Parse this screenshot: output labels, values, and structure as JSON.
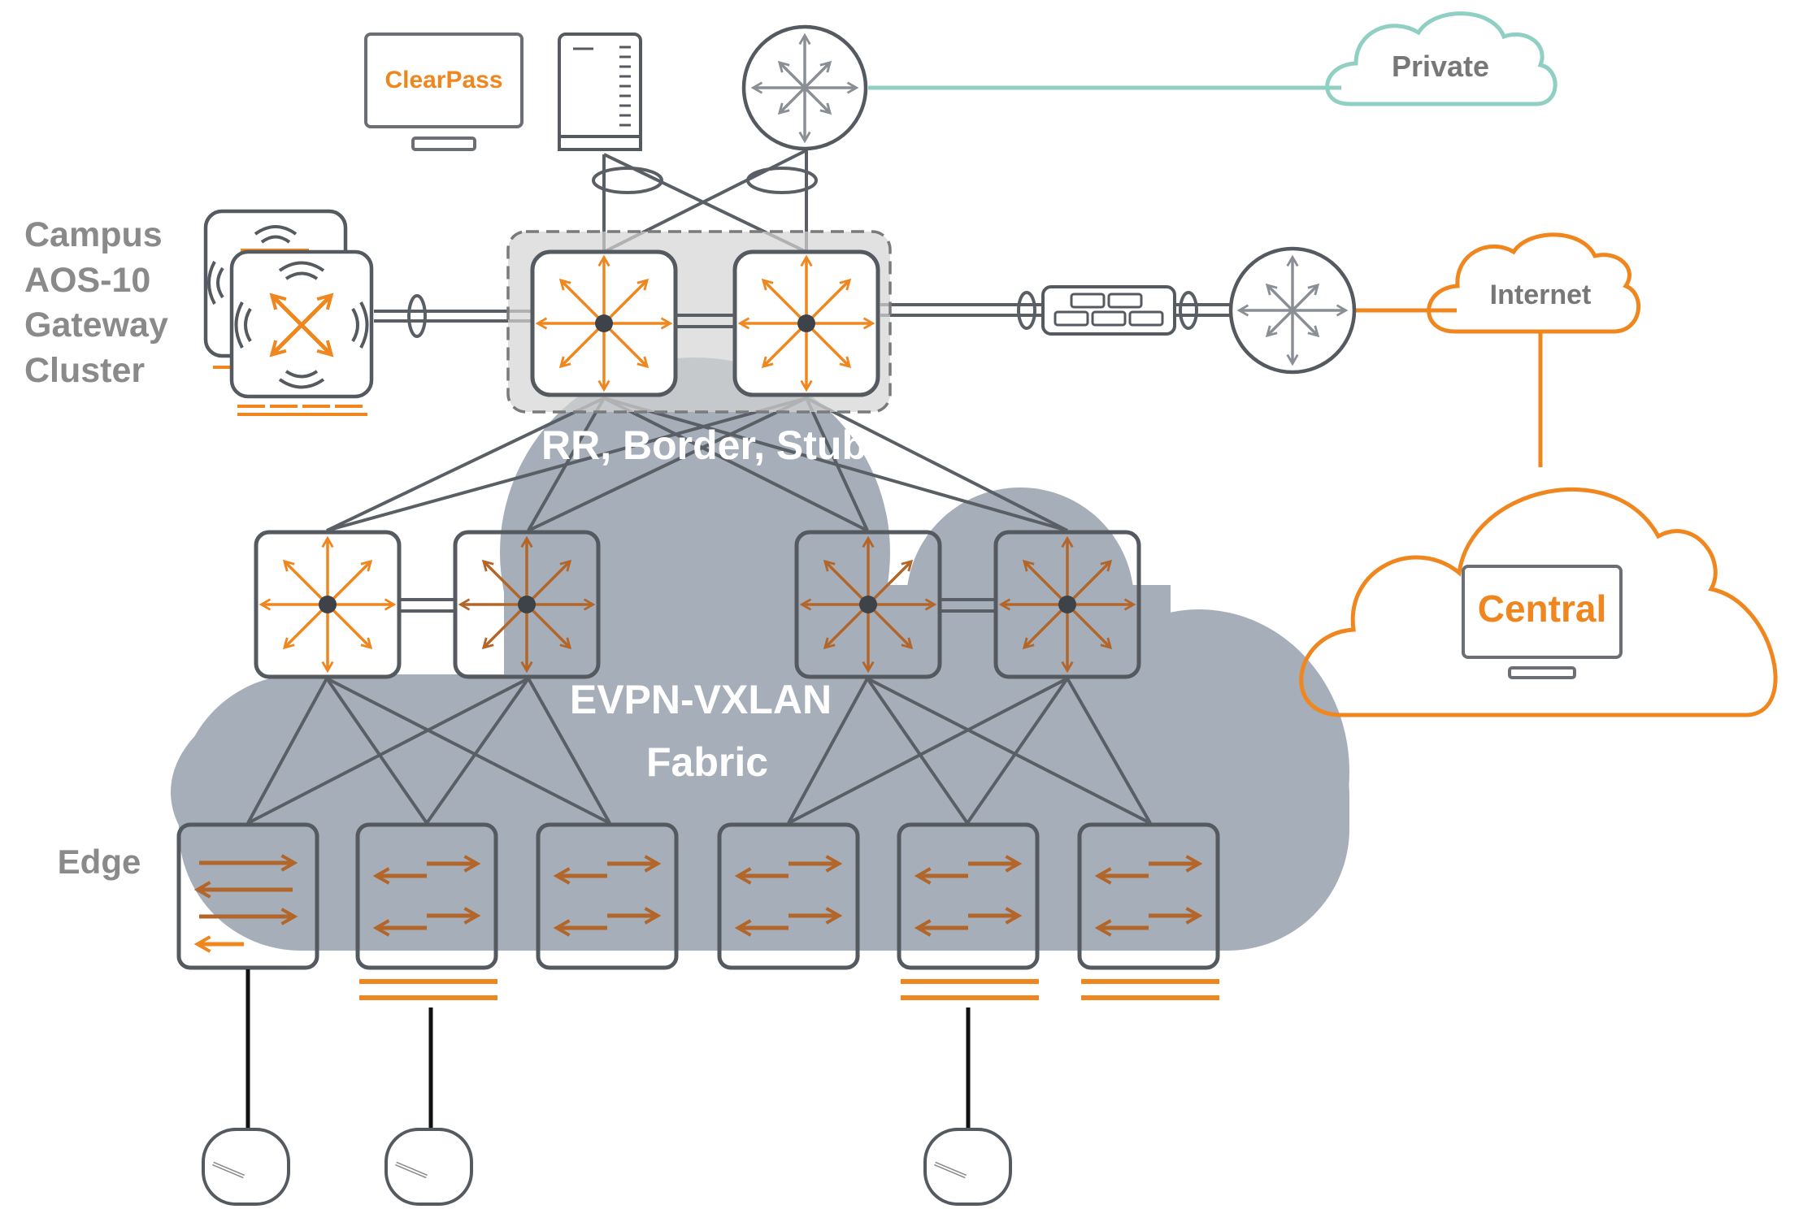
{
  "labels": {
    "clearpass": "ClearPass",
    "private": "Private",
    "internet": "Internet",
    "central": "Central",
    "gateway_line1": "Campus",
    "gateway_line2": "AOS-10",
    "gateway_line3": "Gateway",
    "gateway_line4": "Cluster",
    "border_roles": "RR, Border, Stub",
    "fabric_line1": "EVPN-VXLAN",
    "fabric_line2": "Fabric",
    "edge": "Edge"
  },
  "colors": {
    "orange": "#F0861E",
    "dark_orange": "#B3662A",
    "gray": "#5A5F66",
    "fabric": "#A5AEB9",
    "teal": "#8FCFC4",
    "text_gray": "#8A8A8A"
  },
  "icons": {
    "server": "server-icon",
    "router": "router-icon",
    "switch": "switch-icon",
    "firewall": "firewall-icon",
    "access_point": "access-point-icon",
    "cloud": "cloud-icon",
    "monitor": "monitor-icon"
  }
}
